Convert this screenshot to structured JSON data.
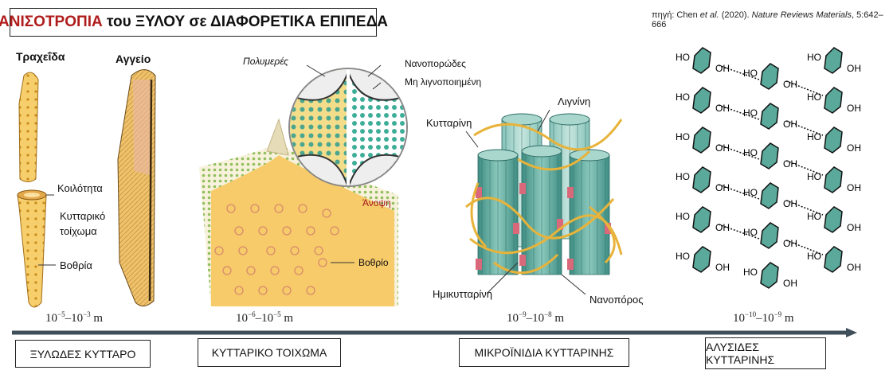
{
  "title": {
    "highlight": "ΑΝΙΣΟΤΡΟΠΙΑ",
    "rest": " του ΞΥΛΟΥ σε ΔΙΑΦΟΡΕΤΙΚΑ ΕΠΙΠΕΔΑ"
  },
  "source": {
    "prefix": "πηγή: Chen ",
    "etal": "et al.",
    "year": " (2020). ",
    "journal": "Nature Reviews Materials",
    "pages": ", 5:642–666"
  },
  "cell_panel": {
    "tracheid": "Τραχεΐδα",
    "vessel": "Αγγείο",
    "lumen": "Κοιλότητα",
    "cell_wall": "Κυτταρικό τοίχωμα",
    "pits": "Βοθρία"
  },
  "wall_panel": {
    "polymer": "Πολυμερές",
    "nanoporous": "Νανοπορώδες",
    "non_lignified": "Μη λιγνοποιημένη",
    "top_view": "Άνοψη",
    "pit": "Βοθρίο"
  },
  "fibril_panel": {
    "lignin": "Λιγνίνη",
    "cellulose": "Κυτταρίνη",
    "hemicellulose": "Ημικυτταρίνη",
    "nanopore": "Νανοπόρος"
  },
  "chain_panel": {
    "oh": "OH",
    "ho": "HO"
  },
  "scales": [
    {
      "base1": "10",
      "exp1": "−5",
      "base2": "–10",
      "exp2": "−3",
      "unit": " m"
    },
    {
      "base1": "10",
      "exp1": "−6",
      "base2": "–10",
      "exp2": "−5",
      "unit": " m"
    },
    {
      "base1": "10",
      "exp1": "−9",
      "base2": "–10",
      "exp2": "−8",
      "unit": " m"
    },
    {
      "base1": "10",
      "exp1": "−10",
      "base2": "–10",
      "exp2": "−9",
      "unit": " m"
    }
  ],
  "levels": [
    "ΞΥΛΩΔΕΣ ΚΥΤΤΑΡΟ",
    "ΚΥΤΤΑΡΙΚΟ ΤΟΙΧΩΜΑ",
    "ΜΙΚΡΟΪΝΙΔΙΑ ΚΥΤΤΑΡΙΝΗΣ",
    "ΑΛΥΣΙΔΕΣ ΚΥΤΤΑΡΙΝΗΣ"
  ],
  "colors": {
    "title_red": "#b01c1c",
    "top_view_red": "#a3161a",
    "arrow": "#3f4f5a",
    "wood": "#f3c25c",
    "teal": "#5aa99b",
    "lignin": "#e8b33a"
  }
}
